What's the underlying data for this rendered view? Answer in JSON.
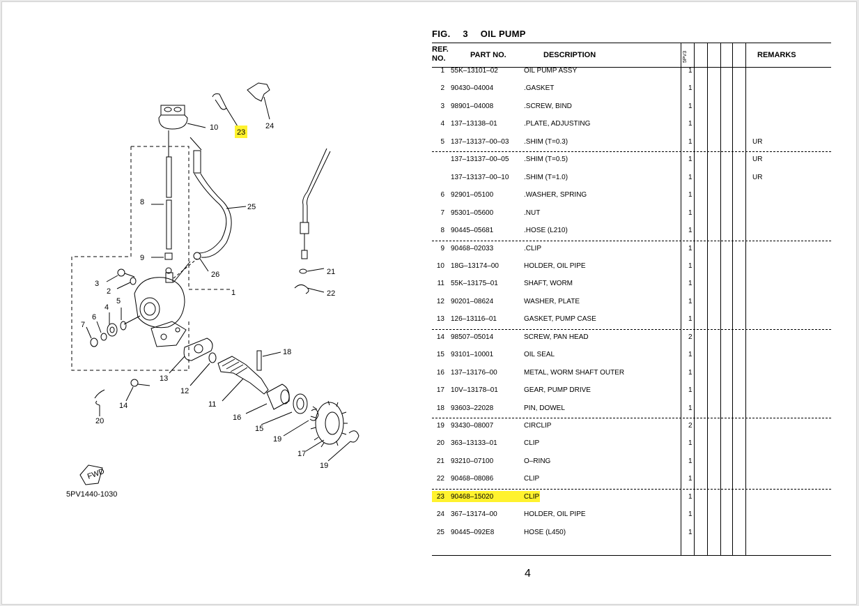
{
  "figure": {
    "label": "FIG.",
    "number": "3",
    "title": "OIL PUMP"
  },
  "table_headers": {
    "ref_line1": "REF.",
    "ref_line2": "NO.",
    "part_no": "PART NO.",
    "description": "DESCRIPTION",
    "model": "5PV3",
    "remarks": "REMARKS"
  },
  "rows": [
    {
      "ref": "1",
      "part": "55K–13101–02",
      "desc": "OIL PUMP ASSY",
      "qty": "1",
      "remarks": ""
    },
    {
      "ref": "2",
      "part": "90430–04004",
      "desc": ".GASKET",
      "qty": "1",
      "remarks": ""
    },
    {
      "ref": "3",
      "part": "98901–04008",
      "desc": ".SCREW, BIND",
      "qty": "1",
      "remarks": ""
    },
    {
      "ref": "4",
      "part": "137–13138–01",
      "desc": ".PLATE, ADJUSTING",
      "qty": "1",
      "remarks": ""
    },
    {
      "ref": "5",
      "part": "137–13137–00–03",
      "desc": ".SHIM (T=0.3)",
      "qty": "1",
      "remarks": "UR"
    },
    {
      "ref": "",
      "part": "137–13137–00–05",
      "desc": ".SHIM (T=0.5)",
      "qty": "1",
      "remarks": "UR"
    },
    {
      "ref": "",
      "part": "137–13137–00–10",
      "desc": ".SHIM (T=1.0)",
      "qty": "1",
      "remarks": "UR"
    },
    {
      "ref": "6",
      "part": "92901–05100",
      "desc": ".WASHER, SPRING",
      "qty": "1",
      "remarks": ""
    },
    {
      "ref": "7",
      "part": "95301–05600",
      "desc": ".NUT",
      "qty": "1",
      "remarks": ""
    },
    {
      "ref": "8",
      "part": "90445–05681",
      "desc": ".HOSE (L210)",
      "qty": "1",
      "remarks": ""
    },
    {
      "ref": "9",
      "part": "90468–02033",
      "desc": ".CLIP",
      "qty": "1",
      "remarks": ""
    },
    {
      "ref": "10",
      "part": "18G–13174–00",
      "desc": "HOLDER, OIL PIPE",
      "qty": "1",
      "remarks": ""
    },
    {
      "ref": "11",
      "part": "55K–13175–01",
      "desc": "SHAFT, WORM",
      "qty": "1",
      "remarks": ""
    },
    {
      "ref": "12",
      "part": "90201–08624",
      "desc": "WASHER, PLATE",
      "qty": "1",
      "remarks": ""
    },
    {
      "ref": "13",
      "part": "126–13116–01",
      "desc": "GASKET, PUMP CASE",
      "qty": "1",
      "remarks": ""
    },
    {
      "ref": "14",
      "part": "98507–05014",
      "desc": "SCREW, PAN HEAD",
      "qty": "2",
      "remarks": ""
    },
    {
      "ref": "15",
      "part": "93101–10001",
      "desc": "OIL SEAL",
      "qty": "1",
      "remarks": ""
    },
    {
      "ref": "16",
      "part": "137–13176–00",
      "desc": "METAL, WORM SHAFT OUTER",
      "qty": "1",
      "remarks": ""
    },
    {
      "ref": "17",
      "part": "10V–13178–01",
      "desc": "GEAR, PUMP DRIVE",
      "qty": "1",
      "remarks": ""
    },
    {
      "ref": "18",
      "part": "93603–22028",
      "desc": "PIN, DOWEL",
      "qty": "1",
      "remarks": ""
    },
    {
      "ref": "19",
      "part": "93430–08007",
      "desc": "CIRCLIP",
      "qty": "2",
      "remarks": ""
    },
    {
      "ref": "20",
      "part": "363–13133–01",
      "desc": "CLIP",
      "qty": "1",
      "remarks": ""
    },
    {
      "ref": "21",
      "part": "93210–07100",
      "desc": "O–RING",
      "qty": "1",
      "remarks": ""
    },
    {
      "ref": "22",
      "part": "90468–08086",
      "desc": "CLIP",
      "qty": "1",
      "remarks": ""
    },
    {
      "ref": "23",
      "part": "90468–15020",
      "desc": "CLIP",
      "qty": "1",
      "remarks": ""
    },
    {
      "ref": "24",
      "part": "367–13174–00",
      "desc": "HOLDER, OIL PIPE",
      "qty": "1",
      "remarks": ""
    },
    {
      "ref": "25",
      "part": "90445–092E8",
      "desc": "HOSE (L450)",
      "qty": "1",
      "remarks": ""
    }
  ],
  "highlight_color": "#fff22e",
  "highlighted_ref": "23",
  "diagram": {
    "code": "5PV1440-1030",
    "fwd_label": "FWD",
    "callouts": [
      "1",
      "2",
      "3",
      "4",
      "5",
      "6",
      "7",
      "8",
      "9",
      "10",
      "11",
      "12",
      "13",
      "14",
      "15",
      "16",
      "17",
      "18",
      "19",
      "19",
      "20",
      "21",
      "22",
      "23",
      "24",
      "25",
      "26"
    ]
  },
  "page_number": "4"
}
